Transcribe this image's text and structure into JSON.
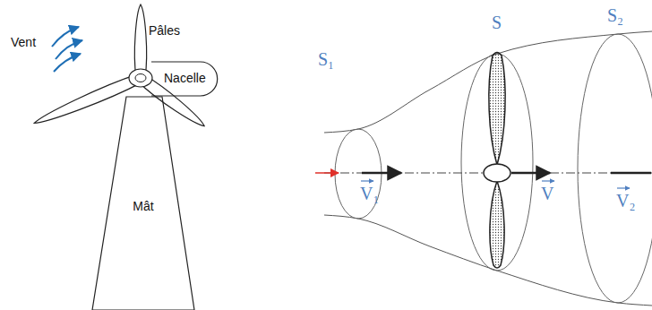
{
  "diagram": {
    "nodes": [
      {
        "text": [
          "Nacelle"
        ]
      },
      {
        "text": [
          "Mât"
        ]
      }
    ],
    "labels": [
      "Vent",
      "Pâles",
      "S₁",
      "S",
      "S₂",
      "V₁",
      "V",
      "V₂"
    ]
  }
}
